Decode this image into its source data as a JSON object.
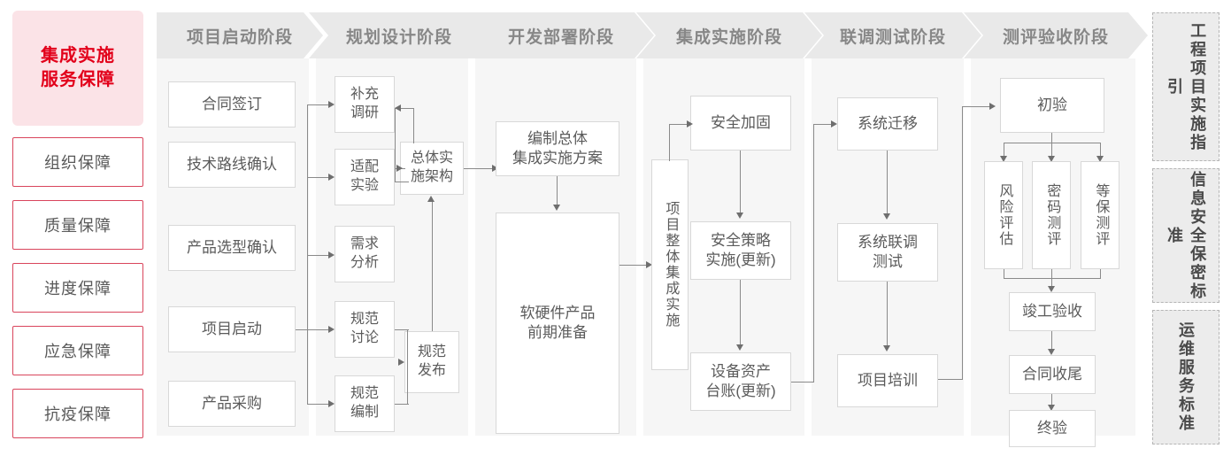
{
  "left_panel": {
    "hero": {
      "line1": "集成实施",
      "line2": "服务保障"
    },
    "items": [
      {
        "label": "组织保障"
      },
      {
        "label": "质量保障"
      },
      {
        "label": "进度保障"
      },
      {
        "label": "应急保障"
      },
      {
        "label": "抗疫保障"
      }
    ]
  },
  "phases": [
    {
      "title": "项目启动阶段",
      "nodes": [
        {
          "label": "合同签订"
        },
        {
          "label": "技术路线确认"
        },
        {
          "label": "产品选型确认"
        },
        {
          "label": "项目启动"
        },
        {
          "label": "产品采购"
        }
      ]
    },
    {
      "title": "规划设计阶段",
      "nodes": [
        {
          "label": "补充\n调研"
        },
        {
          "label": "适配\n实验"
        },
        {
          "label": "需求\n分析"
        },
        {
          "label": "规范\n讨论"
        },
        {
          "label": "规范\n编制"
        },
        {
          "label": "总体实\n施架构"
        },
        {
          "label": "规范\n发布"
        }
      ]
    },
    {
      "title": "开发部署阶段",
      "nodes": [
        {
          "label": "编制总体\n集成实施方案"
        },
        {
          "label": "软硬件产品\n前期准备"
        }
      ]
    },
    {
      "title": "集成实施阶段",
      "nodes": [
        {
          "label": "项目整体集成实施"
        },
        {
          "label": "安全加固"
        },
        {
          "label": "安全策略\n实施(更新)"
        },
        {
          "label": "设备资产\n台账(更新)"
        }
      ]
    },
    {
      "title": "联调测试阶段",
      "nodes": [
        {
          "label": "系统迁移"
        },
        {
          "label": "系统联调\n测试"
        },
        {
          "label": "项目培训"
        }
      ]
    },
    {
      "title": "测评验收阶段",
      "nodes": [
        {
          "label": "初验"
        },
        {
          "label": "风险评估"
        },
        {
          "label": "密码测评"
        },
        {
          "label": "等保测评"
        },
        {
          "label": "竣工验收"
        },
        {
          "label": "合同收尾"
        },
        {
          "label": "终验"
        }
      ]
    }
  ],
  "standards_rail": [
    {
      "label": "工程项目实施指引"
    },
    {
      "label": "信息安全保密标准"
    },
    {
      "label": "运维服务标准"
    }
  ],
  "colors": {
    "accent_red": "#e2001a",
    "hero_bg": "#fbe3e7",
    "guarantee_border": "#d9455c",
    "phase_header_bg": "#e9e9e9",
    "phase_header_text": "#878787",
    "phase_body_bg": "#f6f6f6",
    "node_border": "#d8d8d8",
    "node_text": "#5b5b5b",
    "connector": "#8a8a8a",
    "rail_bg": "#ececec",
    "rail_border": "#b5b5b5"
  }
}
